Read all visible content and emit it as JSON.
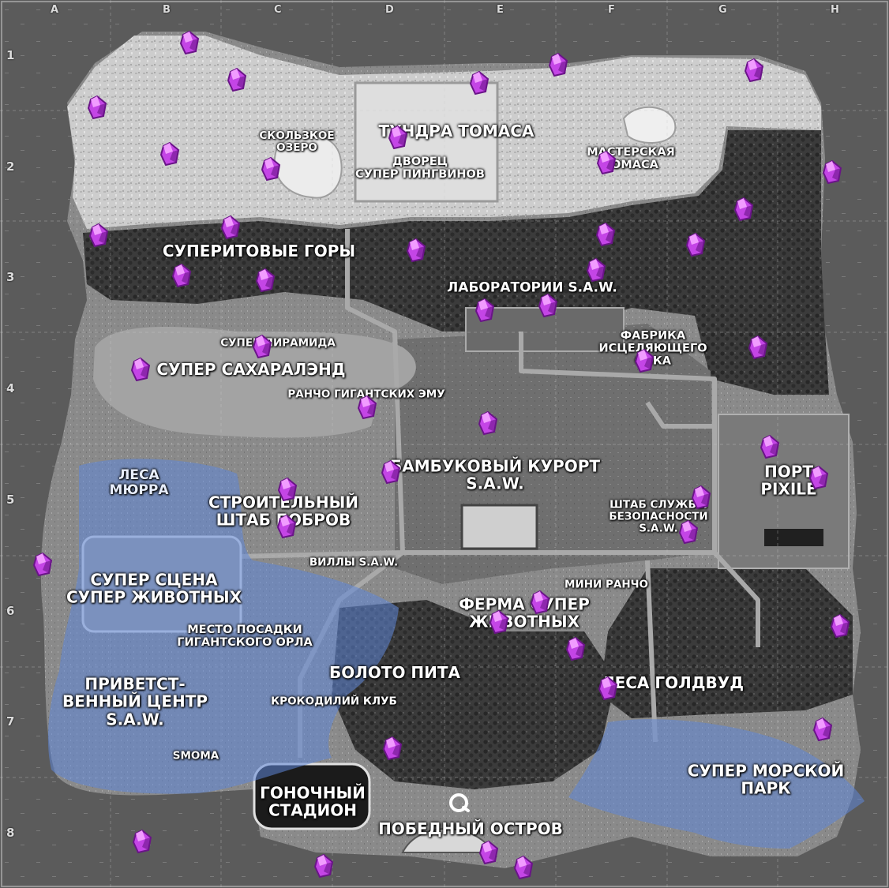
{
  "grid": {
    "columns": [
      "A",
      "B",
      "C",
      "D",
      "E",
      "F",
      "G",
      "H"
    ],
    "rows": [
      "1",
      "2",
      "3",
      "4",
      "5",
      "6",
      "7",
      "8"
    ]
  },
  "locations": [
    {
      "id": "tundra",
      "text": "ТУНДРА ТОМАСА"
    },
    {
      "id": "slippery-lake",
      "text": "СКОЛЬЗКОЕ\nОЗЕРО"
    },
    {
      "id": "penguin-palace",
      "text": "ДВОРЕЦ\nСУПЕР ПИНГВИНОВ"
    },
    {
      "id": "thomas-workshop",
      "text": "МАСТЕРСКАЯ\nТОМАСА"
    },
    {
      "id": "superite-mountains",
      "text": "СУПЕРИТОВЫЕ ГОРЫ"
    },
    {
      "id": "saw-labs",
      "text": "ЛАБОРАТОРИИ S.A.W."
    },
    {
      "id": "healing-juice-factory",
      "text": "ФАБРИКА\nИСЦЕЛЯЮЩЕГО\nСОКА"
    },
    {
      "id": "super-pyramid",
      "text": "СУПЕР ПИРАМИДА"
    },
    {
      "id": "super-sugarland",
      "text": "СУПЕР САХАРАЛЭНД"
    },
    {
      "id": "emu-ranch",
      "text": "РАНЧО ГИГАНТСКИХ ЭМУ"
    },
    {
      "id": "bamboo-resort",
      "text": "БАМБУКОВЫЙ КУРОРТ\nS.A.W."
    },
    {
      "id": "port-pixile",
      "text": "ПОРТ\nPIXILE"
    },
    {
      "id": "murra-forest",
      "text": "ЛЕСА\nМЮРРА"
    },
    {
      "id": "beaver-hq",
      "text": "СТРОИТЕЛЬНЫЙ\nШТАБ БОБРОВ"
    },
    {
      "id": "security-hq",
      "text": "ШТАБ СЛУЖБЫ\nБЕЗОПАСНОСТИ\nS.A.W."
    },
    {
      "id": "saw-villas",
      "text": "ВИЛЛЫ S.A.W."
    },
    {
      "id": "mini-ranch",
      "text": "МИНИ РАНЧО"
    },
    {
      "id": "super-animal-stage",
      "text": "СУПЕР СЦЕНА\nСУПЕР ЖИВОТНЫХ"
    },
    {
      "id": "super-animal-farm",
      "text": "ФЕРМА СУПЕР\nЖИВОТНЫХ"
    },
    {
      "id": "eagle-landing",
      "text": "МЕСТО ПОСАДКИ\nГИГАНТСКОГО ОРЛА"
    },
    {
      "id": "pete-swamp",
      "text": "БОЛОТО ПИТА"
    },
    {
      "id": "welcome-center",
      "text": "ПРИВЕТСТ-\nВЕННЫЙ ЦЕНТР\nS.A.W."
    },
    {
      "id": "croc-club",
      "text": "КРОКОДИЛИЙ КЛУБ"
    },
    {
      "id": "goldwood-forest",
      "text": "ЛЕСА ГОЛДВУД"
    },
    {
      "id": "smoma",
      "text": "SMOMA"
    },
    {
      "id": "race-stadium",
      "text": "ГОНОЧНЫЙ\nСТАДИОН"
    },
    {
      "id": "super-sea-park",
      "text": "СУПЕР МОРСКОЙ\nПАРК"
    },
    {
      "id": "victory-island",
      "text": "ПОБЕДНЫЙ ОСТРОВ"
    }
  ],
  "icons": {
    "gem": "purple-crystal-icon",
    "marker": "ring-location-marker-icon"
  },
  "colors": {
    "gem_light": "#f19cff",
    "gem_mid": "#c445e6",
    "gem_dark": "#6a1488",
    "zone_blue": "#5e86d8",
    "snow": "#cfcfcf",
    "forest": "#3c3c3c",
    "ground": "#6e6e6e",
    "sea": "#5a5a5a"
  }
}
